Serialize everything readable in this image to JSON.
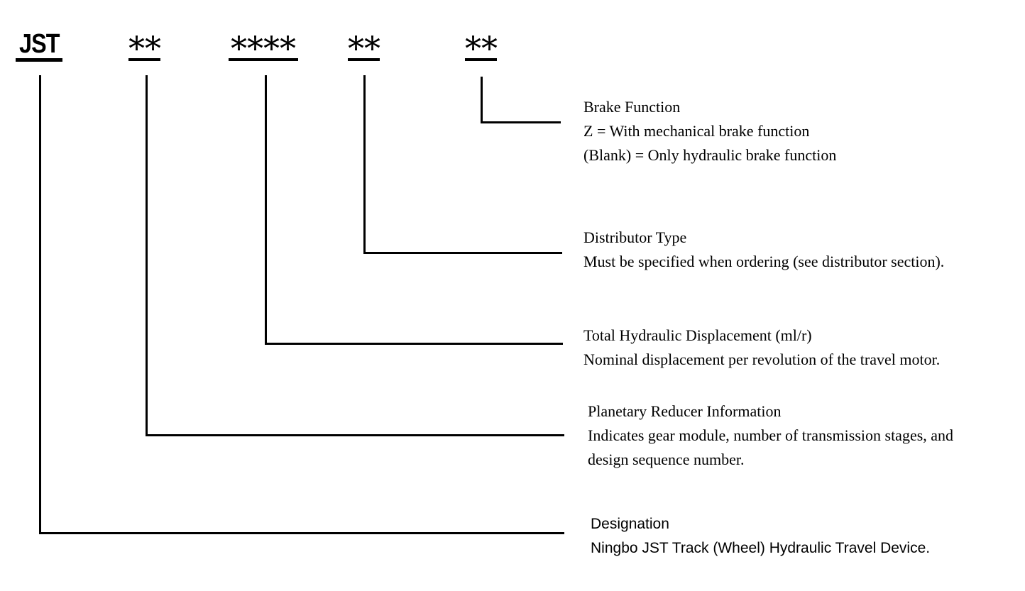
{
  "code": {
    "prefix": "JST",
    "segments": [
      "**",
      "****",
      "**",
      "**"
    ]
  },
  "sections": [
    {
      "name": "brake-function",
      "heading": "Brake Function",
      "lines": [
        "Z = With mechanical brake function",
        "(Blank) = Only hydraulic brake function"
      ]
    },
    {
      "name": "distributor-type",
      "heading": "Distributor Type",
      "lines": [
        "Must be specified when ordering (see distributor section)."
      ]
    },
    {
      "name": "total-hydraulic-displacement",
      "heading": "Total Hydraulic Displacement (ml/r)",
      "lines": [
        "Nominal displacement per revolution of the travel motor."
      ]
    },
    {
      "name": "planetary-reducer-information",
      "heading": "Planetary Reducer Information",
      "lines": [
        "Indicates gear module, number of transmission stages, and",
        "design sequence number."
      ]
    },
    {
      "name": "designation",
      "heading": "Designation",
      "lines": [
        "Ningbo JST Track (Wheel) Hydraulic Travel Device."
      ]
    }
  ],
  "colors": {
    "background": "#ffffff",
    "text": "#000000",
    "line": "#000000"
  }
}
